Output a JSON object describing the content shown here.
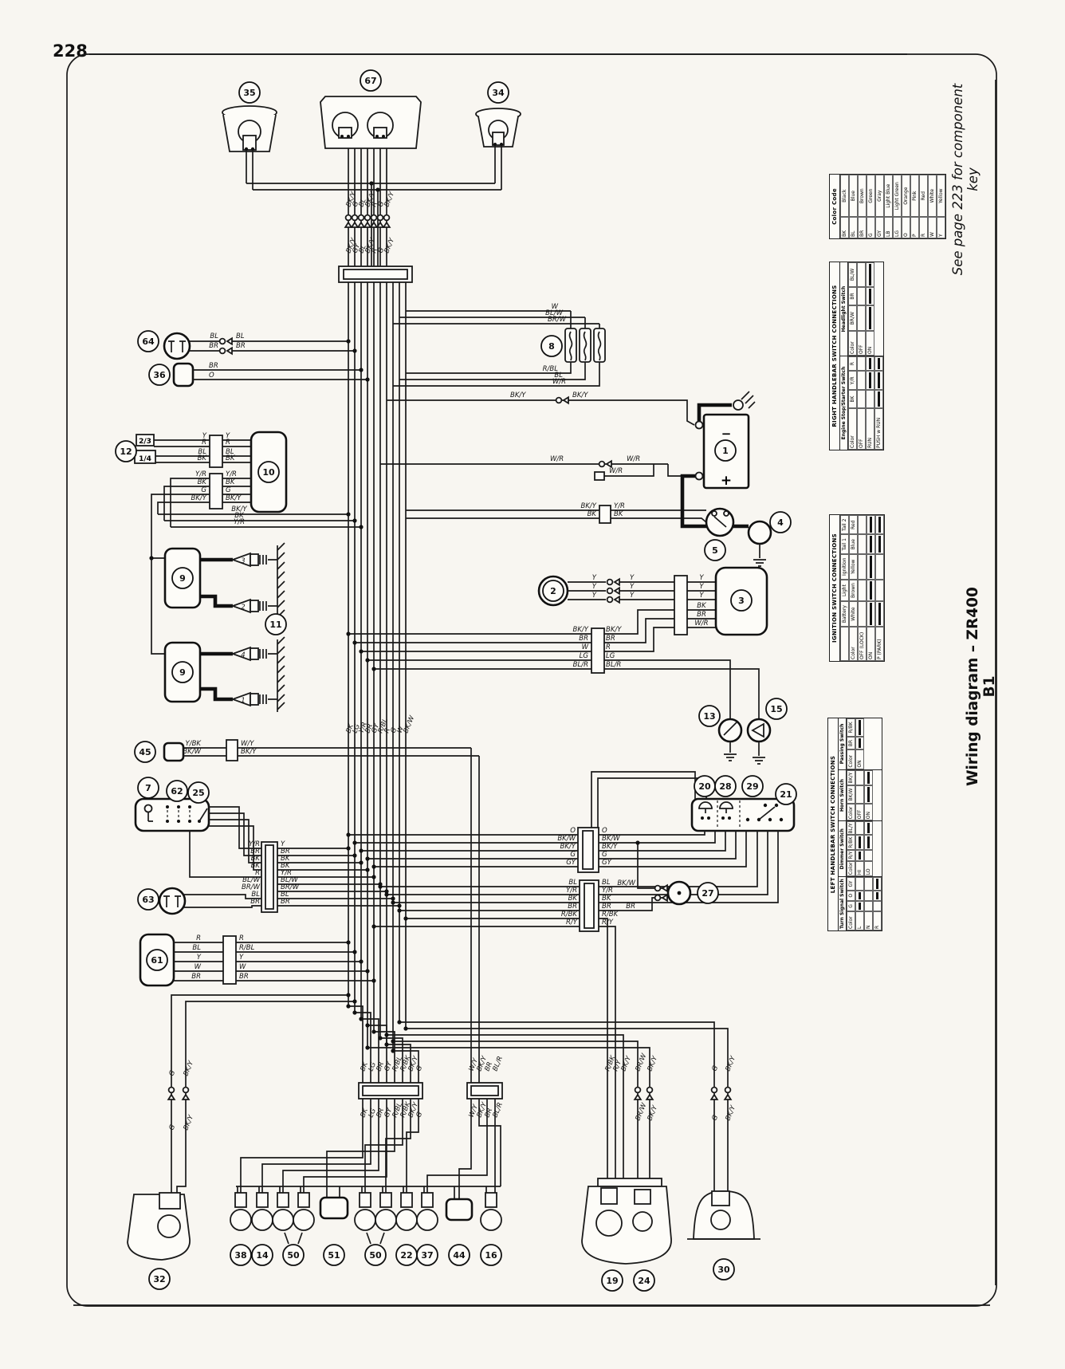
{
  "page": {
    "number": "228"
  },
  "margin_notes": {
    "component_key": "See page 223 for component key",
    "title": "Wiring diagram – ZR400 B1"
  },
  "colors": {
    "ink": "#1a1a1a",
    "paper": "#f8f6f1"
  },
  "callouts": {
    "1": "1",
    "2": "2",
    "3": "3",
    "4": "4",
    "5": "5",
    "7": "7",
    "8": "8",
    "9": "9",
    "10": "10",
    "11": "11",
    "12": "12",
    "13": "13",
    "14": "14",
    "15": "15",
    "16": "16",
    "19": "19",
    "20": "20",
    "21": "21",
    "22": "22",
    "24": "24",
    "25": "25",
    "27": "27",
    "28": "28",
    "29": "29",
    "30": "30",
    "32": "32",
    "34": "34",
    "35": "35",
    "36": "36",
    "37": "37",
    "38": "38",
    "44": "44",
    "45": "45",
    "50": "50",
    "51": "51",
    "61": "61",
    "62": "62",
    "63": "63",
    "64": "64",
    "67": "67"
  },
  "plug_numbers": [
    "3",
    "2",
    "4",
    "1"
  ],
  "battery": {
    "negative": "−",
    "positive": "+"
  },
  "junction_boxes": [
    "2/3",
    "1/4"
  ],
  "wires": {
    "hl_top": [
      "BK/Y",
      "G",
      "BL",
      "BK/Y",
      "R",
      "G",
      "BK/Y"
    ],
    "hl_bot": [
      "BK/Y",
      "GY",
      "BL",
      "BK/Y",
      "R",
      "G",
      "BK/Y"
    ],
    "trunk": [
      "BK",
      "LG",
      "Y/R",
      "BR",
      "GY",
      "R/BL",
      "R",
      "G",
      "W",
      "BK/W"
    ],
    "bottom8": [
      "BK",
      "LG",
      "BR",
      "GY",
      "R/BL",
      "R/BK",
      "BK/Y",
      "G"
    ],
    "bottom4": [
      "W/Y",
      "BK/Y",
      "BR",
      "BL/R"
    ],
    "tail": [
      "R/BK",
      "R/Y",
      "BK/Y",
      "BR/W",
      "BK/Y"
    ],
    "tail_pair": [
      "BR/W",
      "BK/Y"
    ],
    "sig30": [
      "G",
      "BK/Y"
    ],
    "lamp32": [
      "G",
      "BK/Y"
    ],
    "conn9_left": [
      "Y/R",
      "BR",
      "BK",
      "BK",
      "R",
      "BL/W",
      "BR/W",
      "BL",
      "BR"
    ],
    "conn9_right": [
      "Y",
      "BR",
      "BK",
      "BK",
      "Y/R",
      "BL/W",
      "BR/W",
      "BL",
      "BR"
    ],
    "connA": [
      "O",
      "BK/W",
      "BK/Y",
      "G",
      "GY"
    ],
    "connB": [
      "BL",
      "Y/R",
      "BK",
      "BR",
      "R/BK",
      "R/Y"
    ],
    "c61_left": [
      "R",
      "BL",
      "Y",
      "W",
      "BR"
    ],
    "c61_right": [
      "R",
      "R/BL",
      "Y",
      "W",
      "BR"
    ],
    "c12": [
      "Y",
      "R",
      "BL",
      "BK"
    ],
    "c10_low": [
      "Y/R",
      "BK",
      "G",
      "BK/Y"
    ],
    "trio": [
      "BK/Y",
      "BK",
      "Y/R"
    ],
    "c64": [
      "BL",
      "BR"
    ],
    "c36": [
      "BR",
      "O"
    ],
    "c45_left": [
      "Y/BK",
      "BK/W"
    ],
    "c45_right": [
      "W/Y",
      "BK/Y"
    ],
    "fuse_in": [
      "W",
      "BL/W",
      "BR/W"
    ],
    "fuse_out": [
      "R/BL",
      "BL",
      "W/R"
    ],
    "bat_bky": [
      "BK/Y",
      "BK/Y"
    ],
    "wr": [
      "W/R",
      "W/R",
      "W/R"
    ],
    "relay_l": [
      "BK/Y",
      "BK"
    ],
    "relay_r": [
      "Y/R",
      "BK"
    ],
    "alt_y": [
      "Y",
      "Y",
      "Y"
    ],
    "alt_y2": [
      "Y",
      "Y",
      "Y"
    ],
    "reg": [
      "Y",
      "Y",
      "Y",
      "BK",
      "BR",
      "W/R"
    ],
    "bund5_l": [
      "BK/Y",
      "BR",
      "W",
      "LG",
      "BL/R"
    ],
    "bund5_r": [
      "BK/Y",
      "BR",
      "R",
      "LG",
      "BL/R"
    ],
    "horn27": [
      "BK/W",
      "BR"
    ]
  },
  "tables": {
    "color_code": {
      "title": "Color Code",
      "groups": [
        {
          "name": "",
          "rows": [
            [
              "BK",
              "Black"
            ],
            [
              "BL",
              "Blue"
            ],
            [
              "BR",
              "Brown"
            ],
            [
              "G",
              "Green"
            ],
            [
              "GY",
              "Gray"
            ],
            [
              "LB",
              "Light Blue"
            ],
            [
              "LG",
              "Light Green"
            ],
            [
              "O",
              "Orange"
            ],
            [
              "P",
              "Pink"
            ],
            [
              "R",
              "Red"
            ],
            [
              "W",
              "White"
            ],
            [
              "Y",
              "Yellow"
            ]
          ]
        }
      ]
    },
    "right_handlebar": {
      "title": "RIGHT HANDLEBAR SWITCH CONNECTIONS",
      "groups": [
        {
          "name": "Engine Stop/Starter Switch",
          "rows": [
            [
              "Color",
              "BK",
              "Y/R",
              "R"
            ],
            [
              "OFF",
              "",
              "",
              ""
            ],
            [
              "RUN",
              "",
              "B",
              "B"
            ],
            [
              "PUSH w RUN",
              "B",
              "B",
              "B"
            ]
          ]
        },
        {
          "name": "Headlight Switch",
          "rows": [
            [
              "Color",
              "BR/W",
              "BR",
              "BL/W"
            ],
            [
              "OFF",
              "",
              "",
              ""
            ],
            [
              "ON",
              "B",
              "B",
              "B"
            ]
          ]
        }
      ]
    },
    "ignition": {
      "title": "IGNITION SWITCH CONNECTIONS",
      "groups": [
        {
          "name": "",
          "rows": [
            [
              "",
              "Battery",
              "Light",
              "Ignition",
              "Tail 1",
              "Tail 2"
            ],
            [
              "Color",
              "White",
              "Brown",
              "Yellow",
              "Blue",
              "Red"
            ],
            [
              "OFF (LOCK)",
              "",
              "",
              "",
              "",
              ""
            ],
            [
              "ON",
              "B",
              "B",
              "B",
              "B",
              "B"
            ],
            [
              "P (PARK)",
              "B",
              "",
              "",
              "B",
              "B"
            ]
          ]
        }
      ]
    },
    "left_handlebar": {
      "title": "LEFT HANDLEBAR SWITCH CONNECTIONS",
      "groups": [
        {
          "name": "Turn Signal Switch",
          "rows": [
            [
              "Color",
              "G",
              "O",
              "GY"
            ],
            [
              "L",
              "B",
              "B",
              ""
            ],
            [
              "N",
              "",
              "",
              ""
            ],
            [
              "R",
              "",
              "B",
              "B"
            ]
          ]
        },
        {
          "name": "Dimmer Switch",
          "rows": [
            [
              "Color",
              "R/Y",
              "R/BK",
              "BL/Y"
            ],
            [
              "HI",
              "B",
              "B",
              ""
            ],
            [
              "LO",
              "",
              "B",
              "B"
            ]
          ]
        },
        {
          "name": "Horn Switch",
          "rows": [
            [
              "Color",
              "BK/W",
              "BK/Y"
            ],
            [
              "OFF",
              "",
              ""
            ],
            [
              "ON",
              "B",
              "B"
            ]
          ]
        },
        {
          "name": "Passing Switch",
          "rows": [
            [
              "Color",
              "BR",
              "R/BK"
            ],
            [
              "ON",
              "B",
              "B"
            ]
          ]
        }
      ]
    }
  }
}
